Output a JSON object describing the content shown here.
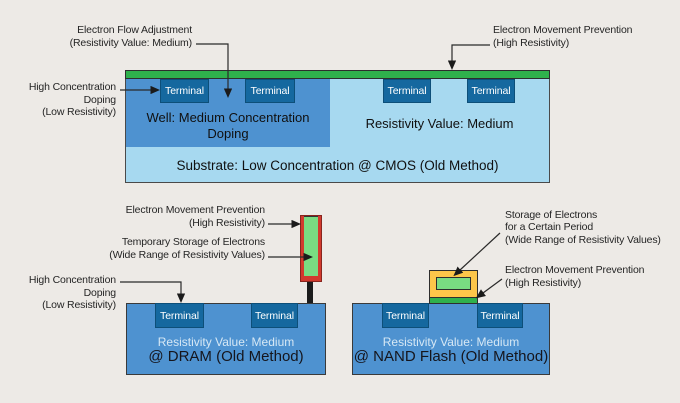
{
  "palette": {
    "background": "#edeae6",
    "substrate_light_blue": "#a7d9f0",
    "well_blue": "#4e92d0",
    "terminal_blue": "#15689f",
    "insulator_green": "#2fb14c",
    "storage_light_green": "#79dc82",
    "capacitor_red": "#d23a2e",
    "gate_yellow": "#fcc64a",
    "wire_black": "#1c1c1c",
    "label_text": "#252525",
    "light_text": "#d6e8f5"
  },
  "terminal_label": "Terminal",
  "cmos": {
    "annotations": {
      "flow_adjustment": [
        "Electron Flow Adjustment",
        "(Resistivity Value: Medium)"
      ],
      "movement_prevention": [
        "Electron Movement Prevention",
        "(High Resistivity)"
      ],
      "high_doping": [
        "High Concentration",
        "Doping",
        "(Low Resistivity)"
      ]
    },
    "well_label": [
      "Well: Medium Concentration",
      "Doping"
    ],
    "resistivity_label": "Resistivity Value: Medium",
    "substrate_label": "Substrate: Low Concentration @ CMOS (Old Method)"
  },
  "dram": {
    "annotations": {
      "movement_prevention": [
        "Electron Movement Prevention",
        "(High Resistivity)"
      ],
      "temporary_storage": [
        "Temporary Storage of Electrons",
        "(Wide Range of Resistivity Values)"
      ],
      "high_doping": [
        "High Concentration",
        "Doping",
        "(Low Resistivity)"
      ]
    },
    "resistivity_label": "Resistivity Value: Medium",
    "title": "@ DRAM (Old Method)"
  },
  "nand": {
    "annotations": {
      "storage": [
        "Storage of Electrons",
        "for a Certain Period",
        "(Wide Range of Resistivity Values)"
      ],
      "movement_prevention": [
        "Electron Movement Prevention",
        "(High Resistivity)"
      ]
    },
    "resistivity_label": "Resistivity Value: Medium",
    "title": "@ NAND Flash (Old Method)"
  }
}
